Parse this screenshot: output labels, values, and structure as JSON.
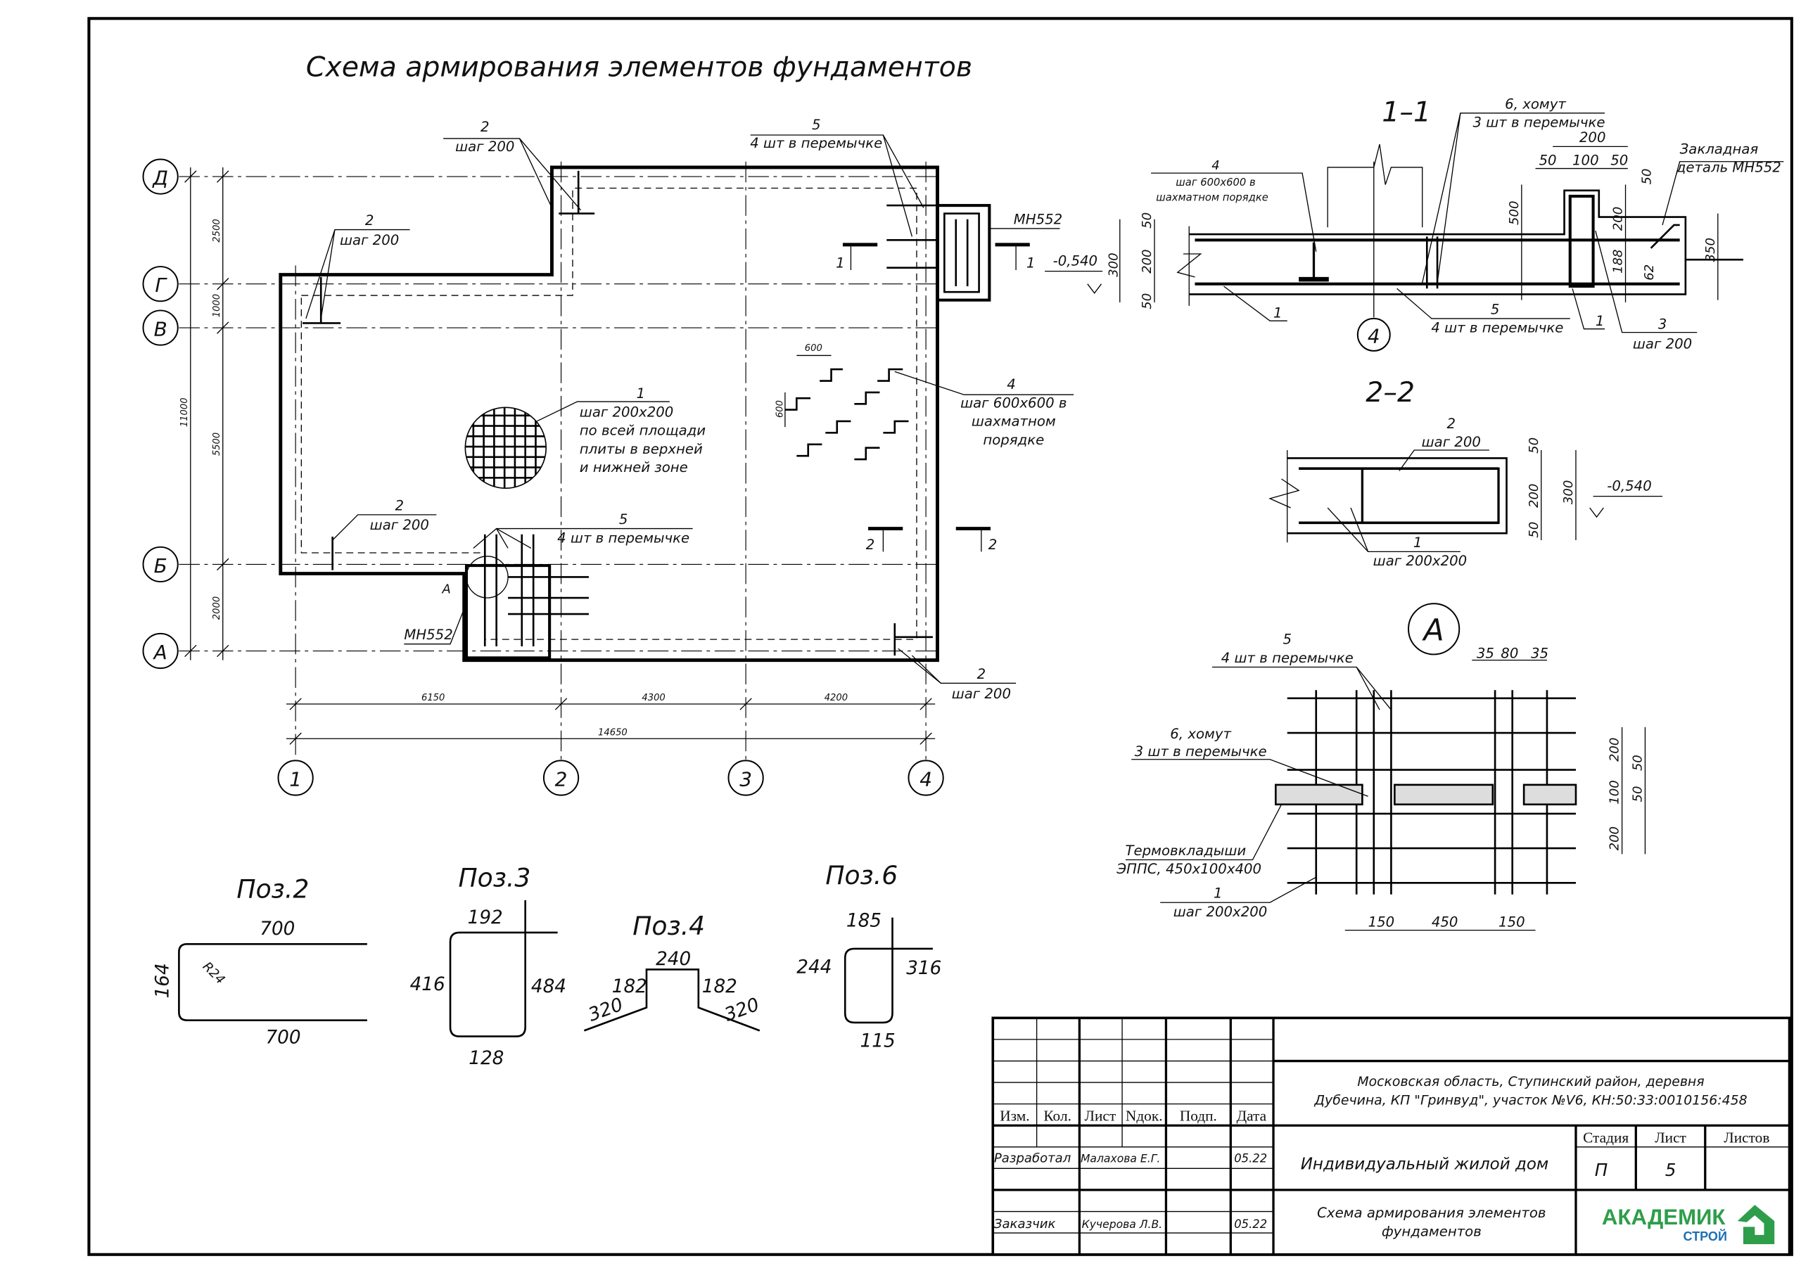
{
  "title": "Схема армирования элементов фундаментов",
  "plan": {
    "axes_rows": [
      "Д",
      "Г",
      "В",
      "Б",
      "А"
    ],
    "axes_cols": [
      "1",
      "2",
      "3",
      "4"
    ],
    "dims_left": [
      "2500",
      "1000",
      "5500",
      "2000"
    ],
    "dim_left_total": "11000",
    "dims_bottom": [
      "6150",
      "4300",
      "4200"
    ],
    "dim_bottom_total": "14650",
    "callout_2_label": "2",
    "callout_2_text": "шаг 200",
    "callout_5_label": "5",
    "callout_5_text": "4 шт в перемычке",
    "callout_1_label": "1",
    "callout_1_lines": [
      "шаг 200х200",
      "по всей площади",
      "плиты в верхней",
      "и нижней зоне"
    ],
    "callout_4_label": "4",
    "callout_4_lines": [
      "шаг 600х600 в",
      "шахматном",
      "порядке"
    ],
    "dim_600": "600",
    "mn552": "МН552",
    "section_1": "1",
    "section_2": "2",
    "node_a": "А"
  },
  "section11": {
    "title": "1–1",
    "stirrup_label": "6, хомут",
    "stirrup_text": "3 шт в перемычке",
    "dims_top": [
      "200",
      "50",
      "100",
      "50"
    ],
    "embed_1": "Закладная",
    "embed_2": "деталь МН552",
    "pos4_label": "4",
    "pos4_lines": [
      "шаг 600х600 в",
      "шахматном порядке"
    ],
    "level": "-0,540",
    "dims_left": [
      "50",
      "300",
      "200",
      "50"
    ],
    "dim_500": "500",
    "dims_right": [
      "50",
      "200",
      "188",
      "62"
    ],
    "dim_350": "350",
    "pos1": "1",
    "pos5_label": "5",
    "pos5_text": "4 шт в перемычке",
    "pos3_label": "3",
    "pos3_text": "шаг 200",
    "axis": "4"
  },
  "section22": {
    "title": "2–2",
    "pos2_label": "2",
    "pos2_text": "шаг 200",
    "dims": [
      "50",
      "200",
      "50",
      "300"
    ],
    "level": "-0,540",
    "pos1_label": "1",
    "pos1_text": "шаг 200х200"
  },
  "nodeA": {
    "title": "А",
    "pos5_label": "5",
    "pos5_text": "4 шт в перемычке",
    "dims_top": [
      "35",
      "80",
      "35"
    ],
    "pos6_label": "6, хомут",
    "pos6_text": "3 шт в перемычке",
    "dims_right": [
      "200",
      "50",
      "100",
      "50",
      "200"
    ],
    "insert_1": "Термовкладыши",
    "insert_2": "ЭППС, 450х100х400",
    "pos1_label": "1",
    "pos1_text": "шаг 200х200",
    "dims_bottom": [
      "150",
      "450",
      "150"
    ]
  },
  "bars": {
    "poz2": {
      "title": "Поз.2",
      "top": "700",
      "bottom": "700",
      "left": "164",
      "radius": "R24"
    },
    "poz3": {
      "title": "Поз.3",
      "top": "192",
      "left": "416",
      "right": "484",
      "bottom": "128"
    },
    "poz4": {
      "title": "Поз.4",
      "top": "240",
      "rise_left": "182",
      "rise_right": "182",
      "end_left": "320",
      "end_right": "320"
    },
    "poz6": {
      "title": "Поз.6",
      "top": "185",
      "left": "244",
      "right": "316",
      "bottom": "115"
    }
  },
  "title_block": {
    "headers": [
      "Изм.",
      "Кол.",
      "Лист",
      "Nдок.",
      "Подп.",
      "Дата"
    ],
    "rows": [
      {
        "role": "Разработал",
        "name": "Малахова Е.Г.",
        "date": "05.22"
      },
      {
        "role": "Заказчик",
        "name": "Кучерова Л.В.",
        "date": "05.22"
      }
    ],
    "address_1": "Московская область, Ступинский район, деревня",
    "address_2": "Дубечина, КП \"Гринвуд\", участок №V6, КН:50:33:0010156:458",
    "object": "Индивидуальный жилой дом",
    "sheet_title_1": "Схема армирования элементов",
    "sheet_title_2": "фундаментов",
    "stage_header": "Стадия",
    "sheet_header": "Лист",
    "sheets_header": "Листов",
    "stage": "П",
    "sheet": "5",
    "sheets": "",
    "logo_1": "АКАДЕМИК",
    "logo_2": "СТРОЙ",
    "logo_color": "#2e9e4a",
    "logo_color_2": "#1c6fb5"
  }
}
